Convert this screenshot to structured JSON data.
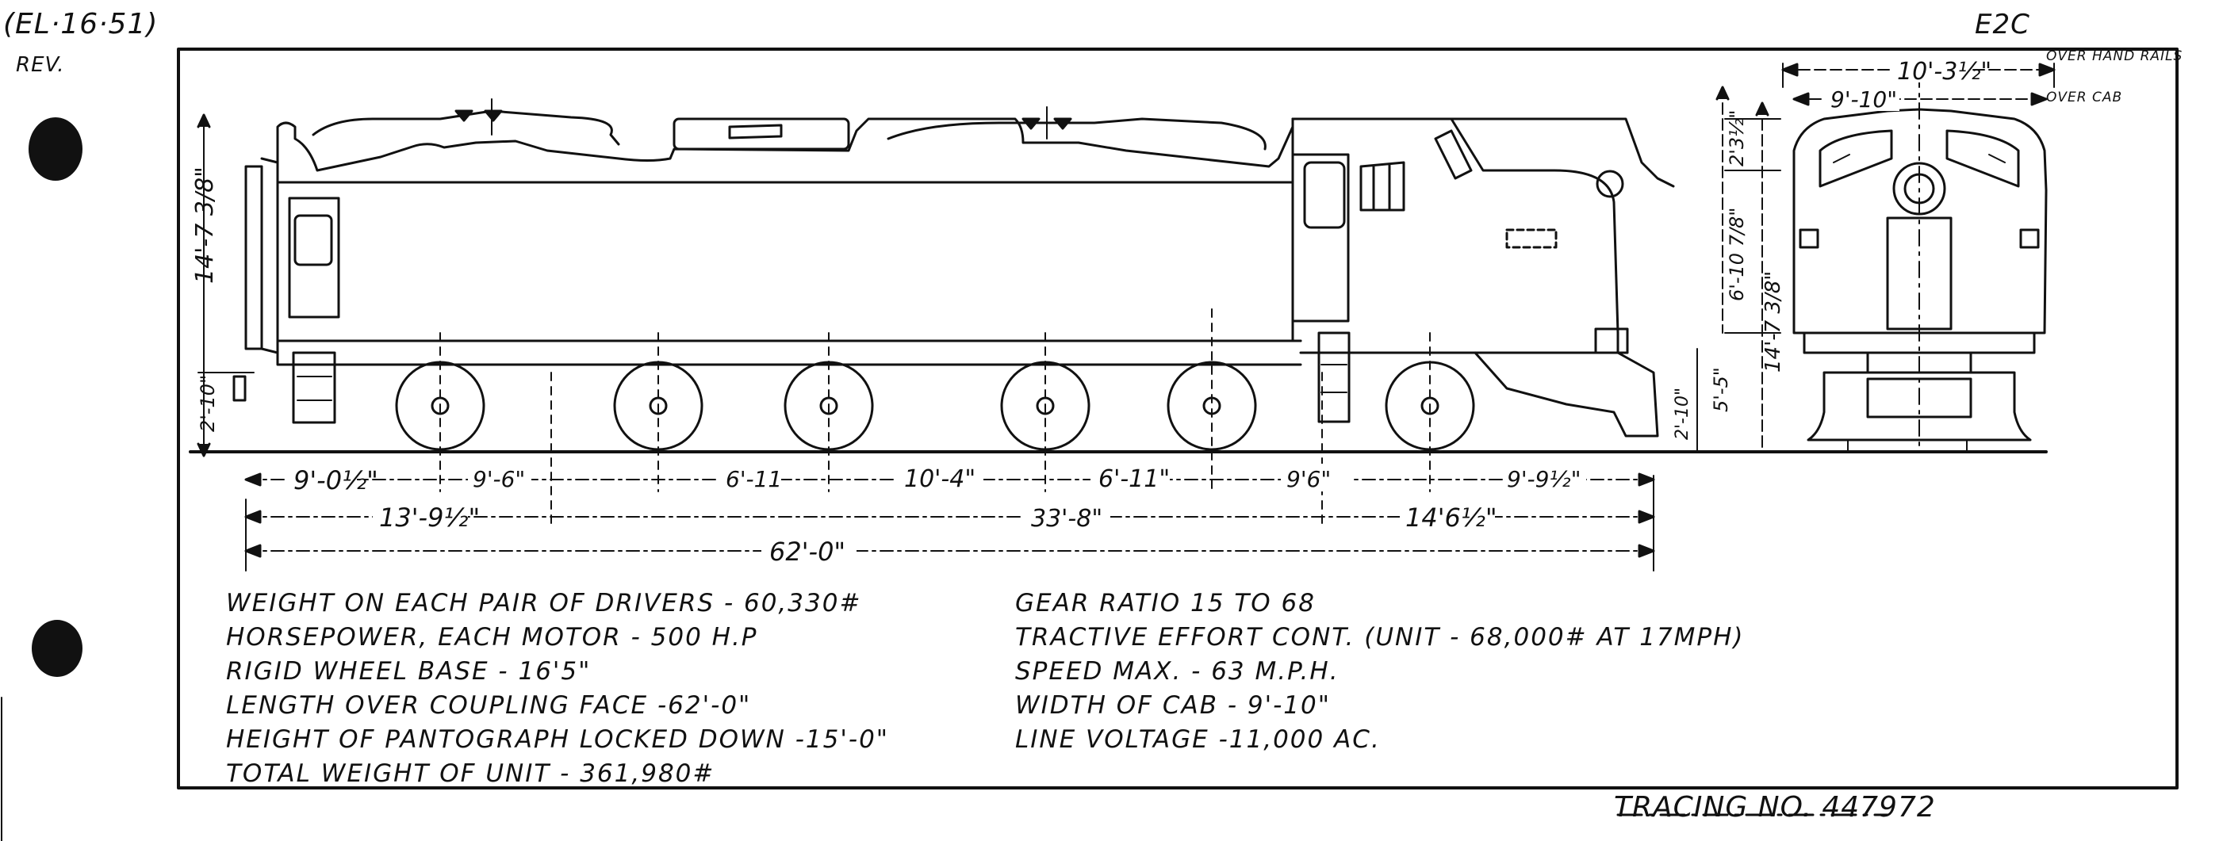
{
  "header": {
    "ref": "(EL·16·51)",
    "rev": "REV.",
    "model": "E2C"
  },
  "side_view": {
    "height_overall": "14'-7 3/8\"",
    "rail_to_frame": "2'-10\"",
    "rail_to_cab_step": "2'-10\"",
    "cab_height": "5'-5\"",
    "dims_row1": [
      "9'-0½\"",
      "9'-6\"",
      "6'-11",
      "10'-4\"",
      "6'-11\"",
      "9'6\"",
      "9'-9½\""
    ],
    "dims_row2": [
      "13'-9½\"",
      "33'-8\"",
      "14'6½\""
    ],
    "length_overall": "62'-0\""
  },
  "end_view": {
    "width_handrails": "10'-3½\"",
    "width_cab": "9'-10\"",
    "note_handrails": "OVER HAND RAILS",
    "note_cab": "OVER CAB",
    "dim_top": "2'3½\"",
    "dim_body": "6'-10 7/8\"",
    "dim_total": "14'-7 3/8\""
  },
  "specs_left": [
    "WEIGHT ON EACH PAIR OF DRIVERS - 60,330#",
    "HORSEPOWER, EACH MOTOR - 500 H.P",
    "RIGID WHEEL BASE - 16'5\"",
    "LENGTH OVER COUPLING FACE -62'-0\"",
    "HEIGHT OF PANTOGRAPH LOCKED DOWN -15'-0\"",
    "TOTAL WEIGHT OF UNIT - 361,980#"
  ],
  "specs_right": [
    "GEAR RATIO  15 TO 68",
    "TRACTIVE EFFORT CONT. (UNIT - 68,000# AT 17MPH)",
    "SPEED MAX. - 63 M.P.H.",
    "WIDTH OF CAB - 9'-10\"",
    "LINE VOLTAGE -11,000 AC."
  ],
  "tracing_no": "TRACING NO. 447972"
}
